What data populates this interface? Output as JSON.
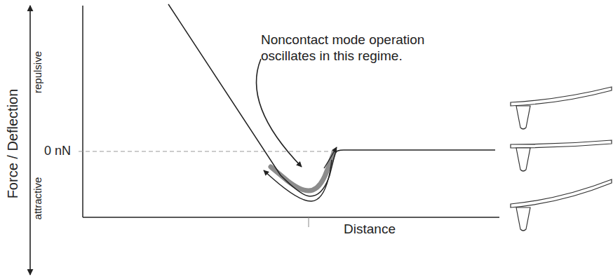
{
  "diagram": {
    "labels": [
      "Noncontact mode operation oscillates in this regime.",
      "Force / Deflection",
      "repulsive",
      "attractive",
      "0 nN",
      "Distance"
    ]
  }
}
